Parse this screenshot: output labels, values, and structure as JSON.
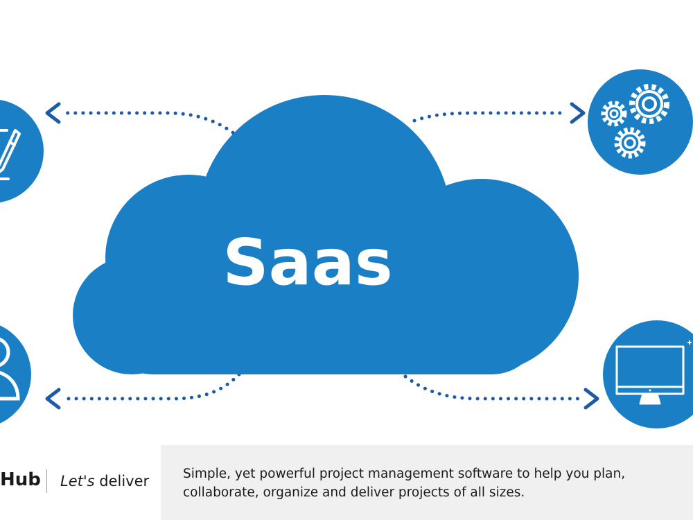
{
  "diagram": {
    "center_label": "Saas",
    "colors": {
      "cloud": "#1b7fc6",
      "node": "#1b7fc6",
      "arrow": "#1d5aa5",
      "icon": "#ffffff"
    },
    "nodes": [
      {
        "id": "top-left",
        "icon": "pen-and-paper-icon"
      },
      {
        "id": "bottom-left",
        "icon": "user-icon"
      },
      {
        "id": "top-right",
        "icon": "gears-icon"
      },
      {
        "id": "bottom-right",
        "icon": "monitor-icon"
      }
    ]
  },
  "footer": {
    "brand": "Hub",
    "tagline_italic": "Let's",
    "tagline_rest": " deliver",
    "description": "Simple, yet powerful project management software to help you plan, collaborate, organize and deliver projects of all sizes."
  }
}
